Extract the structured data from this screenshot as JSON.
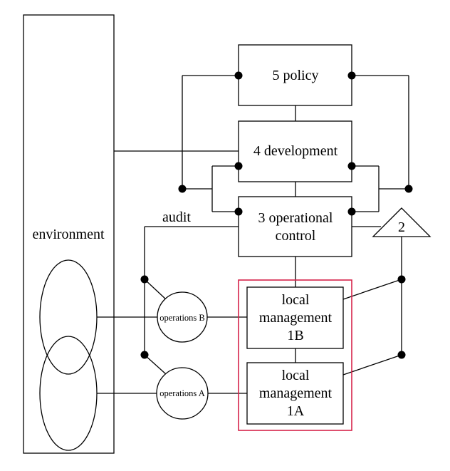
{
  "environment": {
    "label": "environment"
  },
  "systems": {
    "policy": "5 policy",
    "development": "4 development",
    "control_line1": "3 operational",
    "control_line2": "control"
  },
  "audit": {
    "label": "audit"
  },
  "algedonic": {
    "label": "2"
  },
  "operations": {
    "b": "operations B",
    "a": "operations A"
  },
  "local_management": {
    "b": {
      "line1": "local",
      "line2": "management",
      "line3": "1B"
    },
    "a": {
      "line1": "local",
      "line2": "management",
      "line3": "1A"
    }
  },
  "colors": {
    "line": "#000000",
    "highlight": "#d6234a",
    "background": "#ffffff"
  }
}
